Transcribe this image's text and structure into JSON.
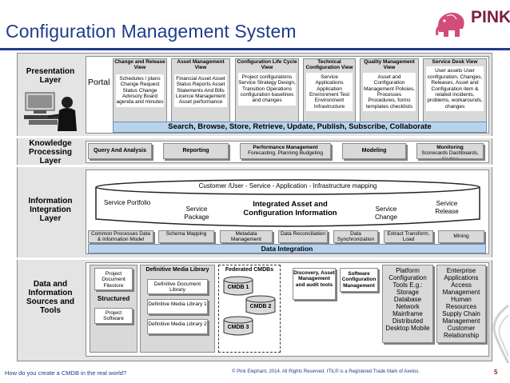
{
  "header": {
    "title": "Configuration Management System",
    "logo_text": "PINK"
  },
  "layers": {
    "presentation": "Presentation Layer",
    "knowledge": "Knowledge Processing Layer",
    "integration": "Information Integration Layer",
    "data": "Data and Information Sources and Tools"
  },
  "presentation": {
    "portal": "Portal",
    "views": [
      {
        "title": "Change and Release View",
        "body": "Schedules / plans Change Request Status Change Advisory Board agenda and minutes"
      },
      {
        "title": "Asset Management View",
        "body": "Financial Asset Asset Status Reports Asset Statements And Bills Licence Management Asset performance"
      },
      {
        "title": "Configuration Life Cycle View",
        "body": "Project configurations Service Strategy Design, Transition Operations configuration baselines and changes"
      },
      {
        "title": "Technical Configuration View",
        "body": "Service Applications Application Environment Test Environment Infrastructure"
      },
      {
        "title": "Quality Management View",
        "body": "Asset and Configuration Management Policies, Processes Procedures, forms templates checklists"
      },
      {
        "title": "Service Desk View",
        "body": "User assets User configuration, Changes, Releases, Asset and Configuration item & related incidents, problems, workarounds, changes"
      }
    ],
    "search_bar": "Search, Browse, Store, Retrieve, Update, Publish, Subscribe, Collaborate"
  },
  "knowledge": {
    "items": [
      {
        "title": "Query And Analysis",
        "body": ""
      },
      {
        "title": "Reporting",
        "body": ""
      },
      {
        "title": "Performance Management",
        "body": "Forecasting, Planning Budgeting"
      },
      {
        "title": "Modeling",
        "body": ""
      },
      {
        "title": "Monitoring",
        "body": "Scorecards Dashboards, Alerting"
      }
    ]
  },
  "integration": {
    "mapping_label": "Customer /User - Service - Application - Infrastructure mapping",
    "service_portfolio": "Service Portfolio",
    "service_package": "Service Package",
    "central": "Integrated Asset and Configuration Information",
    "service_change": "Service Change",
    "service_release": "Service Release",
    "tools": [
      "Common Processes Data & Information Model",
      "Schema Mapping",
      "Metadata Management",
      "Data Reconciliation",
      "Data Synchronization",
      "Extract Transform, Load",
      "Mining"
    ],
    "data_integration": "Data Integration"
  },
  "sources": {
    "project_document_filestore": "Project Document Filestore",
    "structured": "Structured",
    "project_software": "Project Software",
    "dml_title": "Definitive Media Library",
    "dml_items": [
      "Definitive Document Library",
      "Definitive Media Library 1",
      "Definitive Media Library 2"
    ],
    "federated_title": "Federated CMDBs",
    "cmdbs": [
      "CMDB 1",
      "CMDB 2",
      "CMDB 3"
    ],
    "discovery": "Discovery, Asset Management and audit tools",
    "software_config": "Software Configuration Management",
    "platform": "Platform Configuration Tools E.g.: Storage Database Network Mainframe Distributed Desktop Mobile",
    "enterprise": "Enterprise Applications Access Management Human Resources Supply Chain Management Customer Relationship"
  },
  "footer": {
    "left": "How do you create a CMDB in the real world?",
    "middle": "© Pink Elephant, 2014. All Rights Reserved.  ITIL® is a Registered Trade Mark of  Axelos.",
    "page_number": "5"
  },
  "colors": {
    "title_blue": "#1f3c8c",
    "logo_maroon": "#7b1f3c",
    "bar_blue": "#b9d3ec"
  }
}
